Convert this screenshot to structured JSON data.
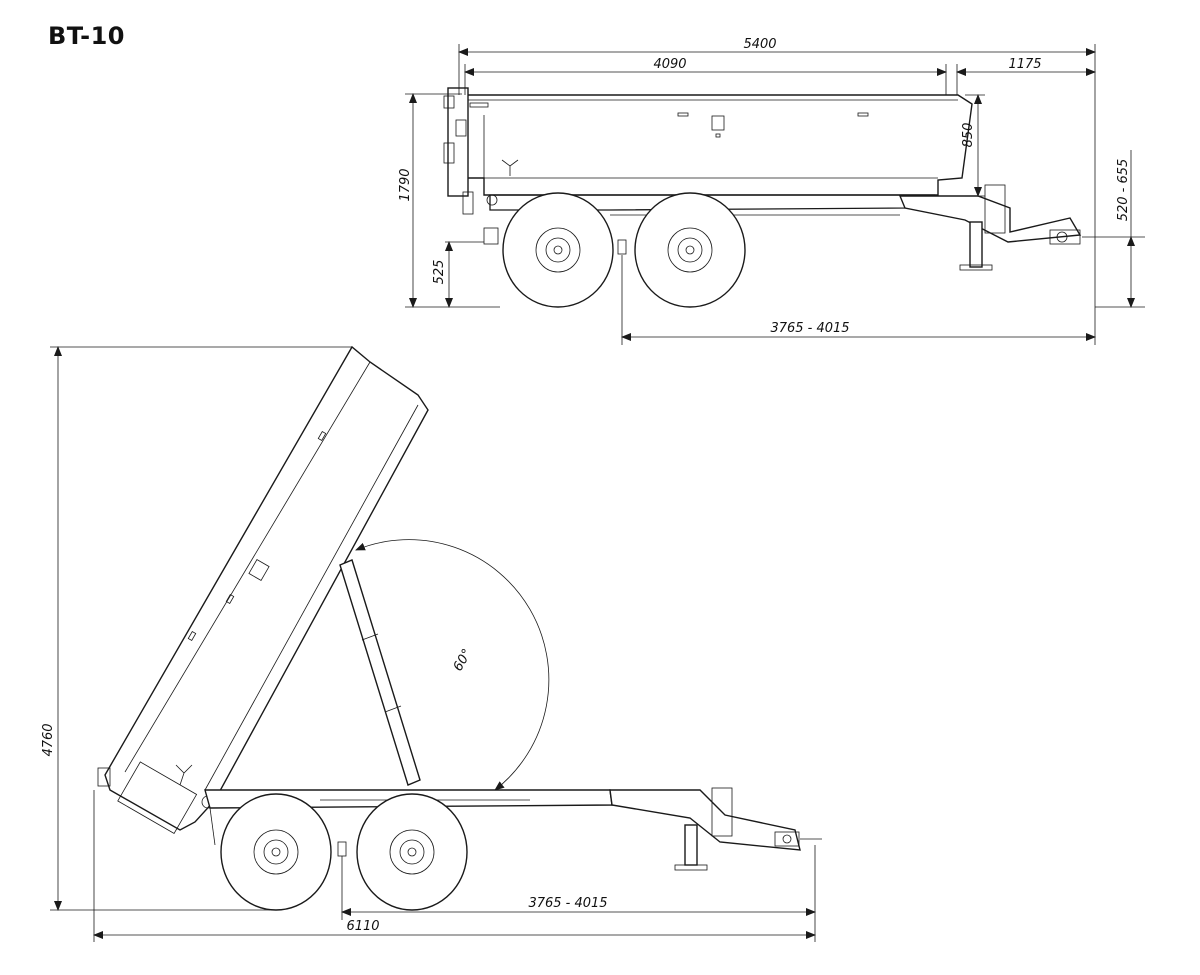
{
  "title": "BT-10",
  "dimensions": {
    "overall_length": "5400",
    "body_length": "4090",
    "drawbar_overhang": "1175",
    "height": "1790",
    "side_height": "850",
    "hitch_height": "520 - 655",
    "platform_height": "525",
    "axle_to_hitch_top": "3765 - 4015",
    "tipped_height": "4760",
    "tip_angle": "60°",
    "axle_to_hitch_bottom": "3765 - 4015",
    "tipped_length": "6110"
  },
  "icons": {
    "arrow": "dimension-arrow-icon"
  }
}
